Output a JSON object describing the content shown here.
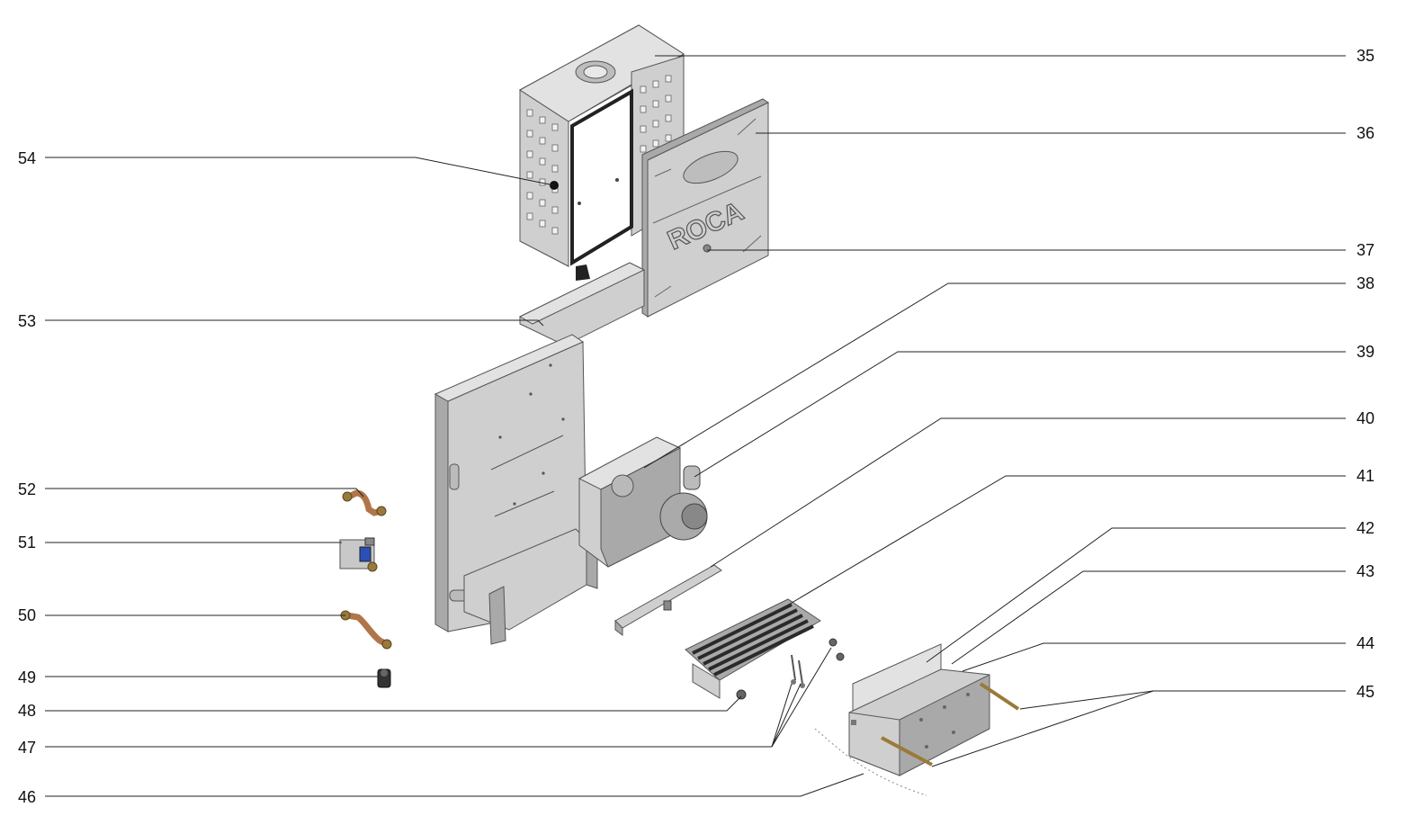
{
  "diagram": {
    "brand_logo": "ROCA",
    "callouts": [
      "35",
      "36",
      "37",
      "38",
      "39",
      "40",
      "41",
      "42",
      "43",
      "44",
      "45",
      "46",
      "47",
      "48",
      "49",
      "50",
      "51",
      "52",
      "53",
      "54"
    ]
  }
}
